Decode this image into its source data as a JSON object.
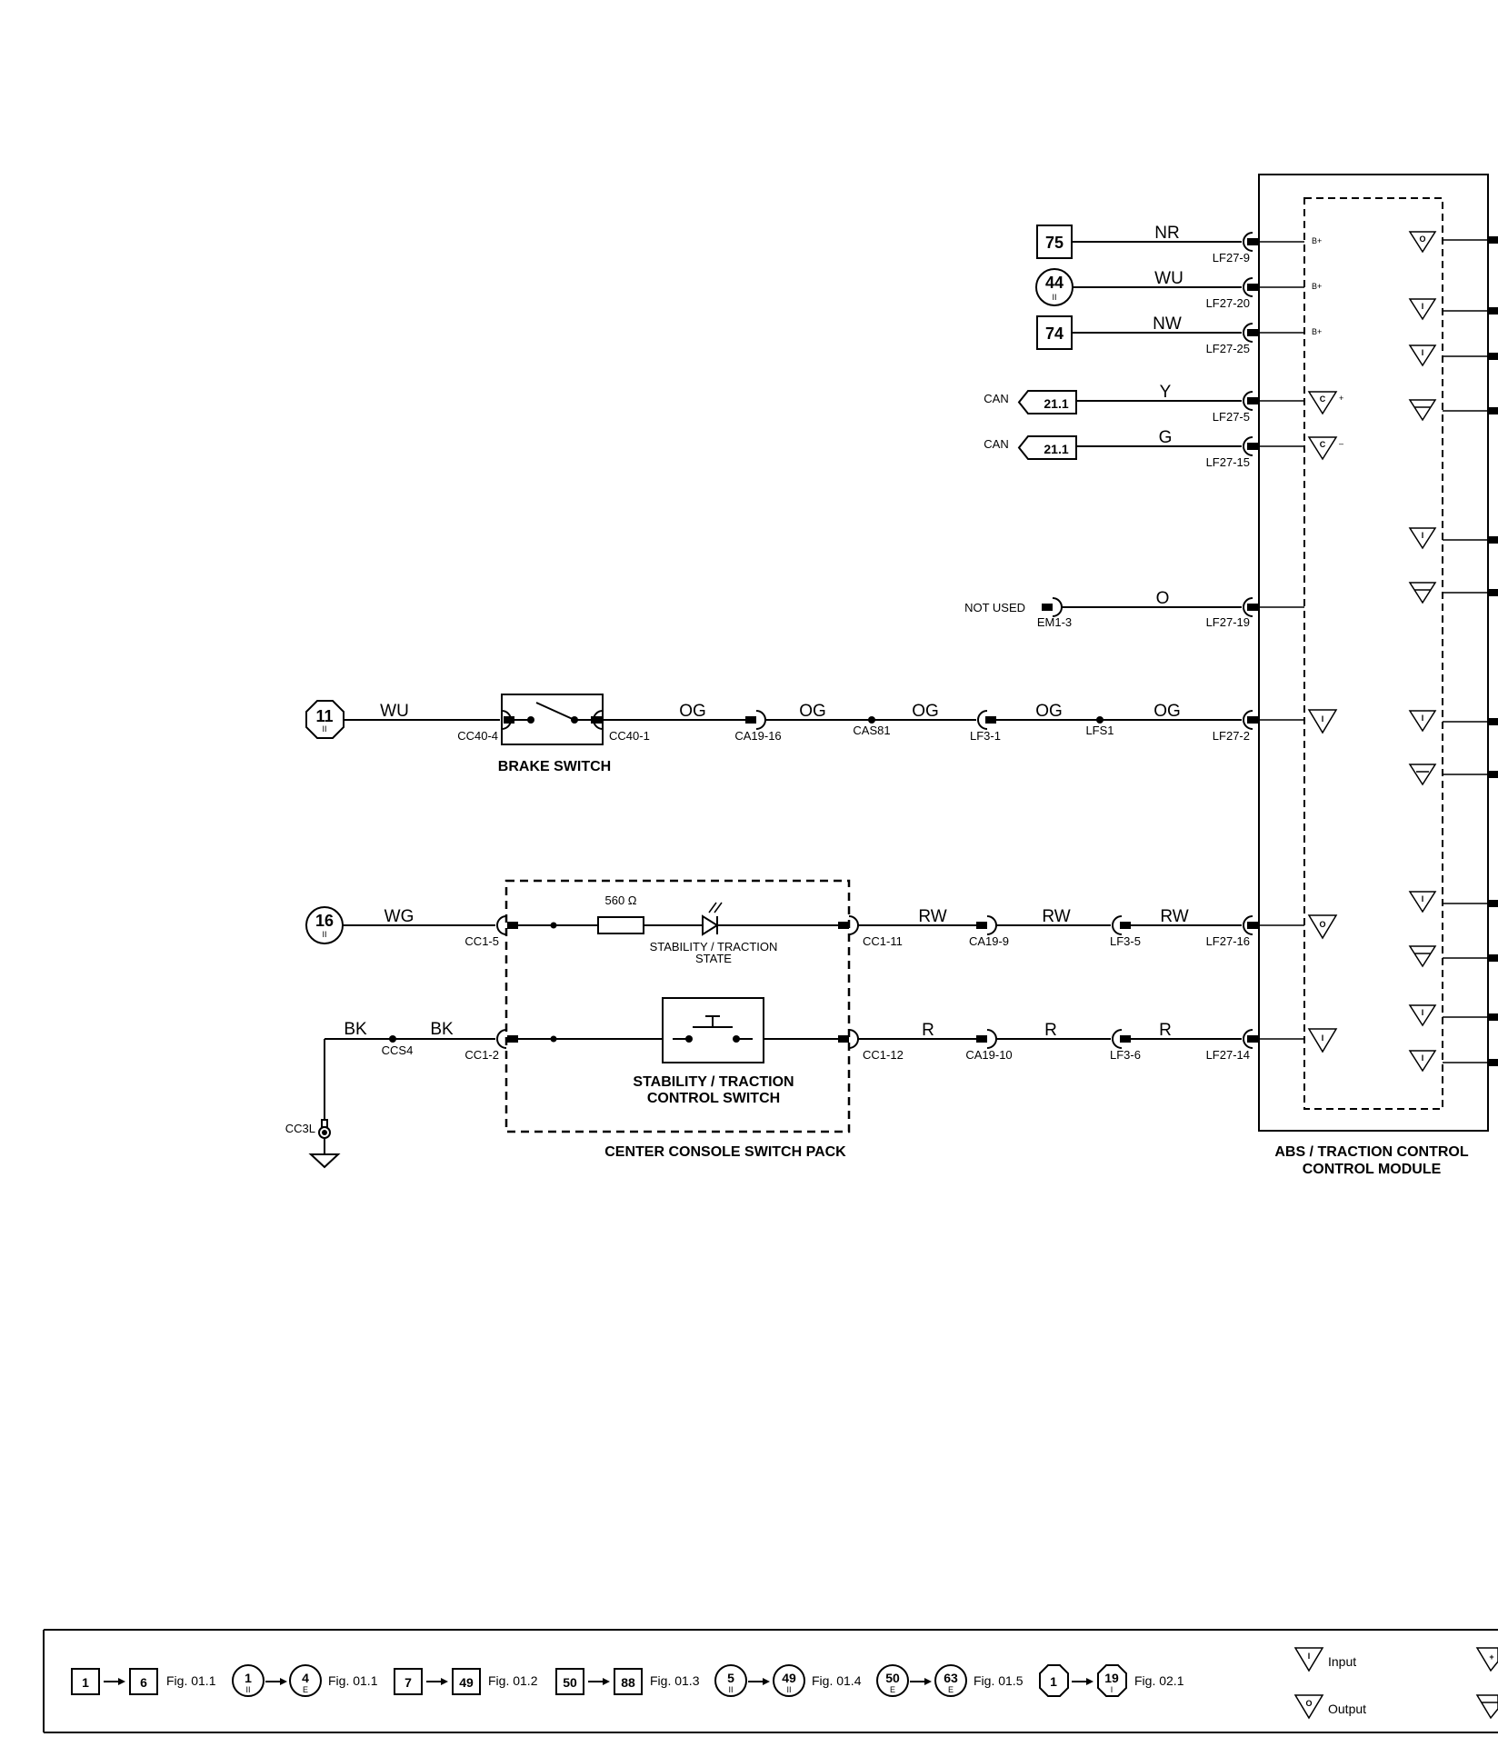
{
  "module": {
    "title_line1": "ABS / TRACTION CONTROL",
    "title_line2": "CONTROL MODULE",
    "pins": {
      "bplus": "B+",
      "can_plus": "+",
      "can_minus": "–",
      "c": "C",
      "i": "I",
      "o": "O"
    }
  },
  "circuits": {
    "c75": {
      "ref": "75",
      "wire": "NR",
      "connector": "LF27-9"
    },
    "c44": {
      "ref": "44",
      "sub": "II",
      "wire": "WU",
      "connector": "LF27-20"
    },
    "c74": {
      "ref": "74",
      "wire": "NW",
      "connector": "LF27-25"
    },
    "can1": {
      "label": "CAN",
      "ref": "21.1",
      "wire": "Y",
      "connector": "LF27-5"
    },
    "can2": {
      "label": "CAN",
      "ref": "21.1",
      "wire": "G",
      "connector": "LF27-15"
    },
    "notused": {
      "label": "NOT USED",
      "from_connector": "EM1-3",
      "wire": "O",
      "connector": "LF27-19"
    },
    "brake": {
      "ref": "11",
      "sub": "II",
      "wire_in": "WU",
      "switch_in": "CC40-4",
      "switch_out": "CC40-1",
      "switch_label": "BRAKE SWITCH",
      "wires": [
        "OG",
        "OG",
        "OG",
        "OG",
        "OG"
      ],
      "connectors": [
        "CA19-16",
        "CAS81",
        "LF3-1",
        "LFS1",
        "LF27-2"
      ]
    },
    "state": {
      "ref": "16",
      "sub": "II",
      "wire_in": "WG",
      "pack_in": "CC1-5",
      "pack_out": "CC1-11",
      "resistor": "560 Ω",
      "lamp_line1": "STABILITY / TRACTION",
      "lamp_line2": "STATE",
      "wires": [
        "RW",
        "RW",
        "RW"
      ],
      "connectors": [
        "CA19-9",
        "LF3-5",
        "LF27-16"
      ]
    },
    "switch": {
      "wire_ground": "BK",
      "wire_in": "BK",
      "splice": "CCS4",
      "ground": "CC3L",
      "pack_in": "CC1-2",
      "pack_out": "CC1-12",
      "switch_line1": "STABILITY / TRACTION",
      "switch_line2": "CONTROL SWITCH",
      "wires": [
        "R",
        "R",
        "R"
      ],
      "connectors": [
        "CA19-10",
        "LF3-6",
        "LF27-14"
      ]
    }
  },
  "switch_pack_label": "CENTER CONSOLE SWITCH PACK",
  "legend": {
    "items": [
      {
        "from": "1",
        "to": "6",
        "shape": "square",
        "fig": "Fig. 01.1"
      },
      {
        "from": "1",
        "from_sub": "II",
        "to": "4",
        "to_sub": "E",
        "shape": "circle",
        "fig": "Fig. 01.1"
      },
      {
        "from": "7",
        "to": "49",
        "shape": "square",
        "fig": "Fig. 01.2"
      },
      {
        "from": "50",
        "to": "88",
        "shape": "square",
        "fig": "Fig. 01.3"
      },
      {
        "from": "5",
        "from_sub": "II",
        "to": "49",
        "to_sub": "II",
        "shape": "circle",
        "fig": "Fig. 01.4"
      },
      {
        "from": "50",
        "from_sub": "E",
        "to": "63",
        "to_sub": "E",
        "shape": "circle",
        "fig": "Fig. 01.5"
      },
      {
        "from": "1",
        "to": "19",
        "to_sub": "I",
        "shape": "octagon",
        "fig": "Fig. 02.1"
      }
    ],
    "input_label": "Input",
    "output_label": "Output"
  }
}
